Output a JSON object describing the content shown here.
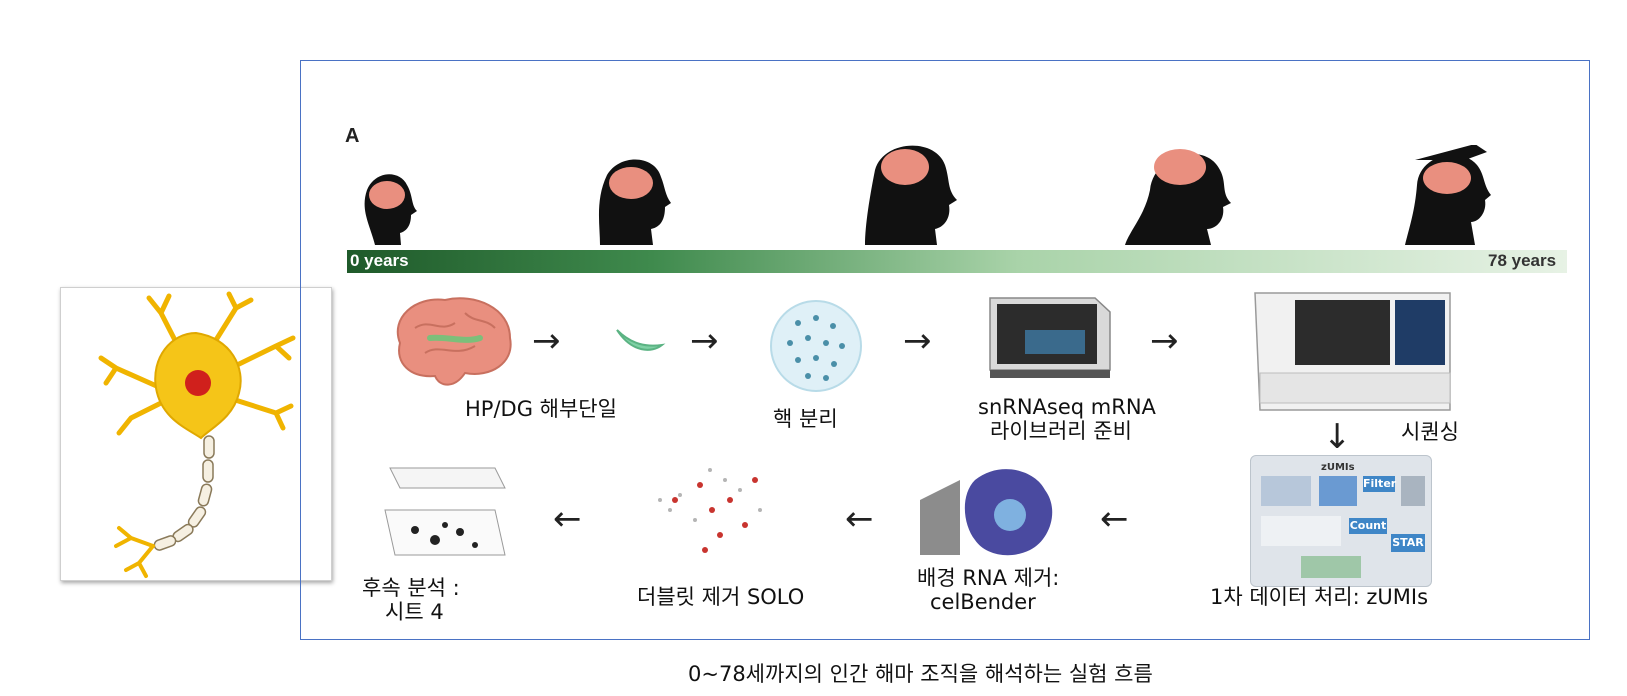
{
  "figure": {
    "panel_label": "A",
    "age_start": "0 years",
    "age_end": "78 years",
    "steps": {
      "dissection": "HP/DG 해부단일",
      "nuclei": "핵 분리",
      "library_line1": "snRNAseq mRNA",
      "library_line2": "라이브러리 준비",
      "sequencing": "시퀀싱",
      "zumis": "1차 데이터 처리: zUMIs",
      "cellbender_line1": "배경 RNA 제거:",
      "cellbender_line2": "celBender",
      "solo": "더블릿 제거 SOLO",
      "downstream_line1": "후속 분석 :",
      "downstream_line2": "시트 4"
    },
    "zumis_panel": {
      "title": "zUMIs",
      "filter": "Filter",
      "count": "Count",
      "star": "STAR"
    }
  },
  "caption": "0~78세까지의 인간 해마 조직을 해석하는 실험 흐름",
  "colors": {
    "frame_border": "#4a72c4",
    "timeline_dark": "#2f6b3a",
    "brain_pink": "#e98f7f",
    "hippocampus_green": "#7cbf7a",
    "neuron_yellow": "#f5c518",
    "nucleus_red": "#d0201c",
    "umap_red": "#c8342f"
  },
  "icons": [
    "neuron-illustration",
    "head-silhouette-icon",
    "brain-icon",
    "tissue-slice-icon",
    "nuclei-dish-icon",
    "library-prep-instrument-icon",
    "sequencer-icon",
    "zumis-workflow-panel",
    "cell-background-removal-icon",
    "umap-scatter-icon",
    "layered-scatter-icon",
    "arrow-right-icon",
    "arrow-left-icon",
    "arrow-down-icon"
  ]
}
